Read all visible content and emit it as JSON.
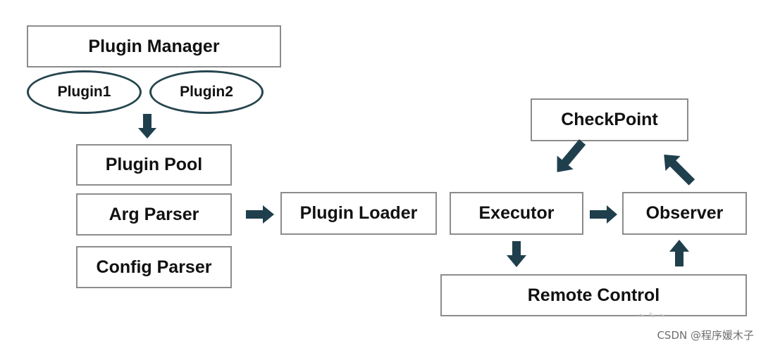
{
  "nodes": {
    "plugin_manager": "Plugin Manager",
    "plugin1": "Plugin1",
    "plugin2": "Plugin2",
    "plugin_pool": "Plugin Pool",
    "arg_parser": "Arg Parser",
    "config_parser": "Config Parser",
    "plugin_loader": "Plugin Loader",
    "executor": "Executor",
    "observer": "Observer",
    "checkpoint": "CheckPoint",
    "remote_control": "Remote Control"
  },
  "edges": [
    {
      "from": "Plugin Manager",
      "to": "Plugin Pool"
    },
    {
      "from": "Arg Parser",
      "to": "Plugin Loader"
    },
    {
      "from": "CheckPoint",
      "to": "Executor"
    },
    {
      "from": "Observer",
      "to": "CheckPoint"
    },
    {
      "from": "Executor",
      "to": "Observer"
    },
    {
      "from": "Executor",
      "to": "Remote Control"
    },
    {
      "from": "Remote Control",
      "to": "Observer"
    }
  ],
  "colors": {
    "arrow": "#1f3f4d",
    "box_border": "#8c8c8c",
    "oval_border": "#26454f"
  },
  "watermark": "CSDN @程序媛木子"
}
